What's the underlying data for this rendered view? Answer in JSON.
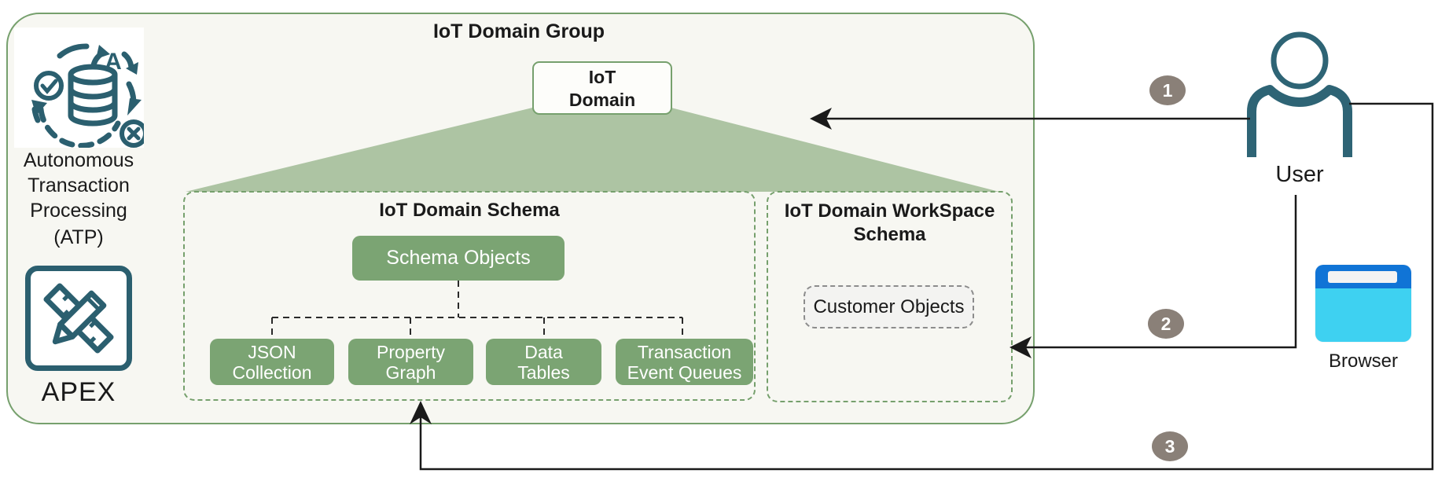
{
  "group": {
    "title": "IoT Domain Group"
  },
  "atp": {
    "line1": "Autonomous",
    "line2": "Transaction",
    "line3": "Processing",
    "abbr": "(ATP)"
  },
  "apex": {
    "label": "APEX"
  },
  "iot_domain": {
    "line1": "IoT",
    "line2": "Domain"
  },
  "schema": {
    "title": "IoT Domain Schema",
    "root_label": "Schema Objects",
    "children": [
      {
        "line1": "JSON",
        "line2": "Collection"
      },
      {
        "line1": "Property",
        "line2": "Graph"
      },
      {
        "line1": "Data",
        "line2": "Tables"
      },
      {
        "line1": "Transaction",
        "line2": "Event Queues"
      }
    ]
  },
  "workspace": {
    "title_line1": "IoT Domain WorkSpace",
    "title_line2": "Schema",
    "customer_label": "Customer Objects"
  },
  "user": {
    "label": "User"
  },
  "browser": {
    "label": "Browser"
  },
  "badges": {
    "step1": "1",
    "step2": "2",
    "step3": "3"
  },
  "colors": {
    "group_border_green": "#76a06d",
    "node_green": "#7ba473",
    "trapezoid_green": "#adc4a3",
    "panel_background": "#f7f7f2",
    "icon_teal": "#2b5f6f",
    "badge_gray": "#8a8078",
    "browser_titlebar_blue": "#1074d6",
    "browser_body_cyan": "#3ed1f1",
    "line_black": "#1a1a1a"
  }
}
